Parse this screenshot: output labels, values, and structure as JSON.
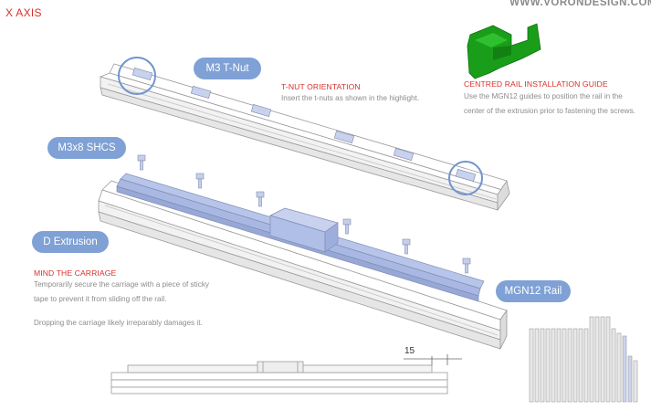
{
  "title": "X AXIS",
  "brand": "WWW.VORONDESIGN.COM",
  "labels": {
    "t_nut": "M3 T-Nut",
    "shcs": "M3x8 SHCS",
    "extrusion": "D Extrusion",
    "rail": "MGN12 Rail"
  },
  "notes": {
    "tnut_orientation": {
      "heading": "T-NUT ORIENTATION",
      "text": "Insert the t-nuts as shown in the highlight."
    },
    "centred_rail": {
      "heading": "CENTRED RAIL INSTALLATION GUIDE",
      "line1": "Use the MGN12 guides to position the rail in the",
      "line2": "center of the extrusion prior to fastening the screws."
    },
    "carriage": {
      "heading": "MIND THE CARRIAGE",
      "line1": "Temporarily secure the carriage with a piece of sticky",
      "line2": "tape to prevent it from sliding off the rail.",
      "line3": "Dropping the carriage likely irreparably damages it."
    }
  },
  "dimension": "15",
  "colors": {
    "accent": "#d9302b",
    "label_bg": "#7fa1d5",
    "rail_fill": "#b7c5ea",
    "guide_green": "#1a9e1a",
    "highlight": "#6f94cf"
  }
}
